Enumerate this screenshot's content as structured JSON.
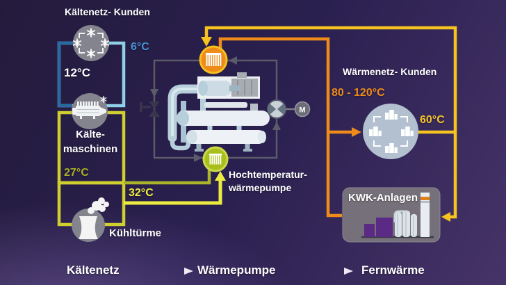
{
  "colors": {
    "background_top": "#241b3c",
    "background_bottom": "#463367",
    "cold_supply_line": "#8fd0e6",
    "cold_return_line": "#2a6aa0",
    "cold_label_blue": "#4791d4",
    "cooling_loop_line": "#cfcf30",
    "warm_return_olive": "#a6af2a",
    "warm_supply_bright": "#eceb40",
    "heat_supply_orange": "#ee8b1a",
    "heat_return_yellow": "#f7c31f",
    "refrigerant_loop_gray": "#5b5b6a",
    "chp_accent_purple": "#5b2a85",
    "condenser_orange": "#ee8c1a",
    "evaporator_green": "#a9bf1c"
  },
  "cold_network": {
    "customers_title": "Kältenetz- Kunden",
    "supply_temp": "6°C",
    "return_temp": "12°C",
    "chillers_label_line1": "Kälte-",
    "chillers_label_line2": "maschinen"
  },
  "cooling_loop": {
    "return_temp": "27°C",
    "supply_temp": "32°C",
    "cooling_towers_label": "Kühltürme"
  },
  "heat_pump": {
    "label_line1": "Hochtemperatur-",
    "label_line2": "wärmepumpe",
    "motor_label": "M"
  },
  "heat_network": {
    "customers_title": "Wärmenetz- Kunden",
    "supply_temp": "80 - 120°C",
    "return_temp": "60°C",
    "chp_label": "KWK-Anlagen"
  },
  "footer": {
    "steps": [
      "Kältenetz",
      "Wärmepumpe",
      "Fernwärme"
    ]
  }
}
